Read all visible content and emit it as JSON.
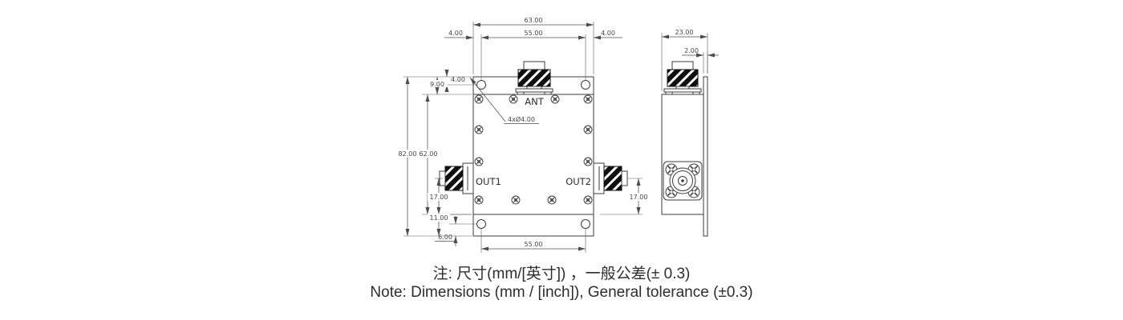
{
  "drawing": {
    "front_view": {
      "port_labels": {
        "ant": "ANT",
        "out1": "OUT1",
        "out2": "OUT2"
      },
      "hole_callout": "4xØ4.00",
      "dims": {
        "overall_width": "63.00",
        "top_hole_spacing": "55.00",
        "top_left_hole_offset": "4.00",
        "top_right_hole_offset": "4.00",
        "top_hole_vertical_offset": "4.00",
        "top_flange_height": "9.00",
        "overall_height": "82.00",
        "body_height": "62.00",
        "out1_center_height": "17.00",
        "out2_center_height": "17.00",
        "bottom_flange_height": "11.00",
        "bottom_hole_vertical_offset": "6.00",
        "bottom_hole_spacing": "55.00"
      }
    },
    "side_view": {
      "dims": {
        "overall_depth": "23.00",
        "plate_thickness": "2.00"
      }
    },
    "notes": {
      "chinese": "注: 尺寸(mm/[英寸]) ，一般公差(± 0.3)",
      "english": "Note: Dimensions (mm / [inch]), General tolerance (±0.3)"
    },
    "colors": {
      "object_line": "#3c3c3c",
      "dimension_line": "#4d4d4d",
      "hatch_fill": "#101010",
      "text": "#2d2d2d",
      "background": "#ffffff"
    }
  }
}
